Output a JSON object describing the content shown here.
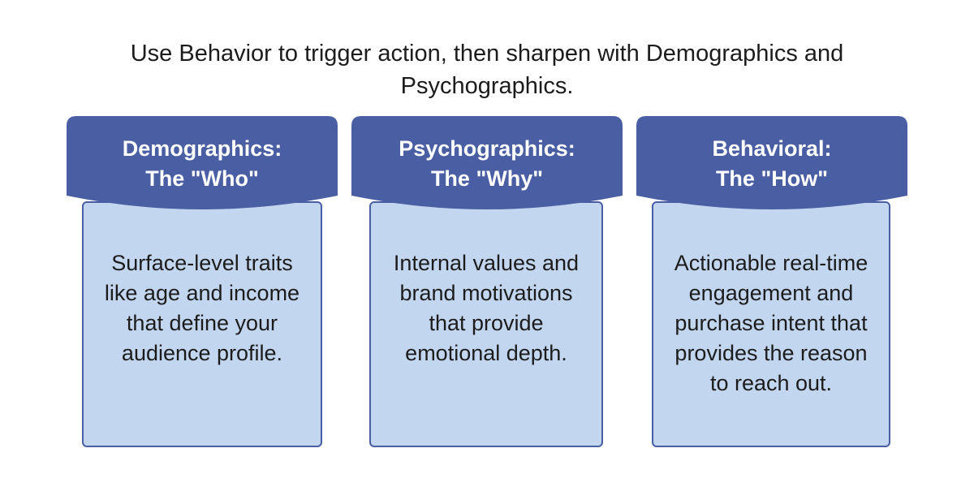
{
  "title": "Use Behavior to trigger action, then sharpen with Demographics and Psychographics.",
  "colors": {
    "header_fill": "#4a5ea3",
    "body_fill": "#c3d6ef",
    "body_border": "#4a5ea3",
    "header_text": "#ffffff",
    "body_text": "#1c1c1c"
  },
  "cards": [
    {
      "heading_line1": "Demographics:",
      "heading_line2": "The \"Who\"",
      "description": "Surface-level traits like age and income that define your audience profile."
    },
    {
      "heading_line1": "Psychographics:",
      "heading_line2": "The \"Why\"",
      "description": "Internal values and brand motivations that provide emotional depth."
    },
    {
      "heading_line1": "Behavioral:",
      "heading_line2": "The \"How\"",
      "description": "Actionable real-time engagement and purchase intent that provides the reason to reach out."
    }
  ]
}
